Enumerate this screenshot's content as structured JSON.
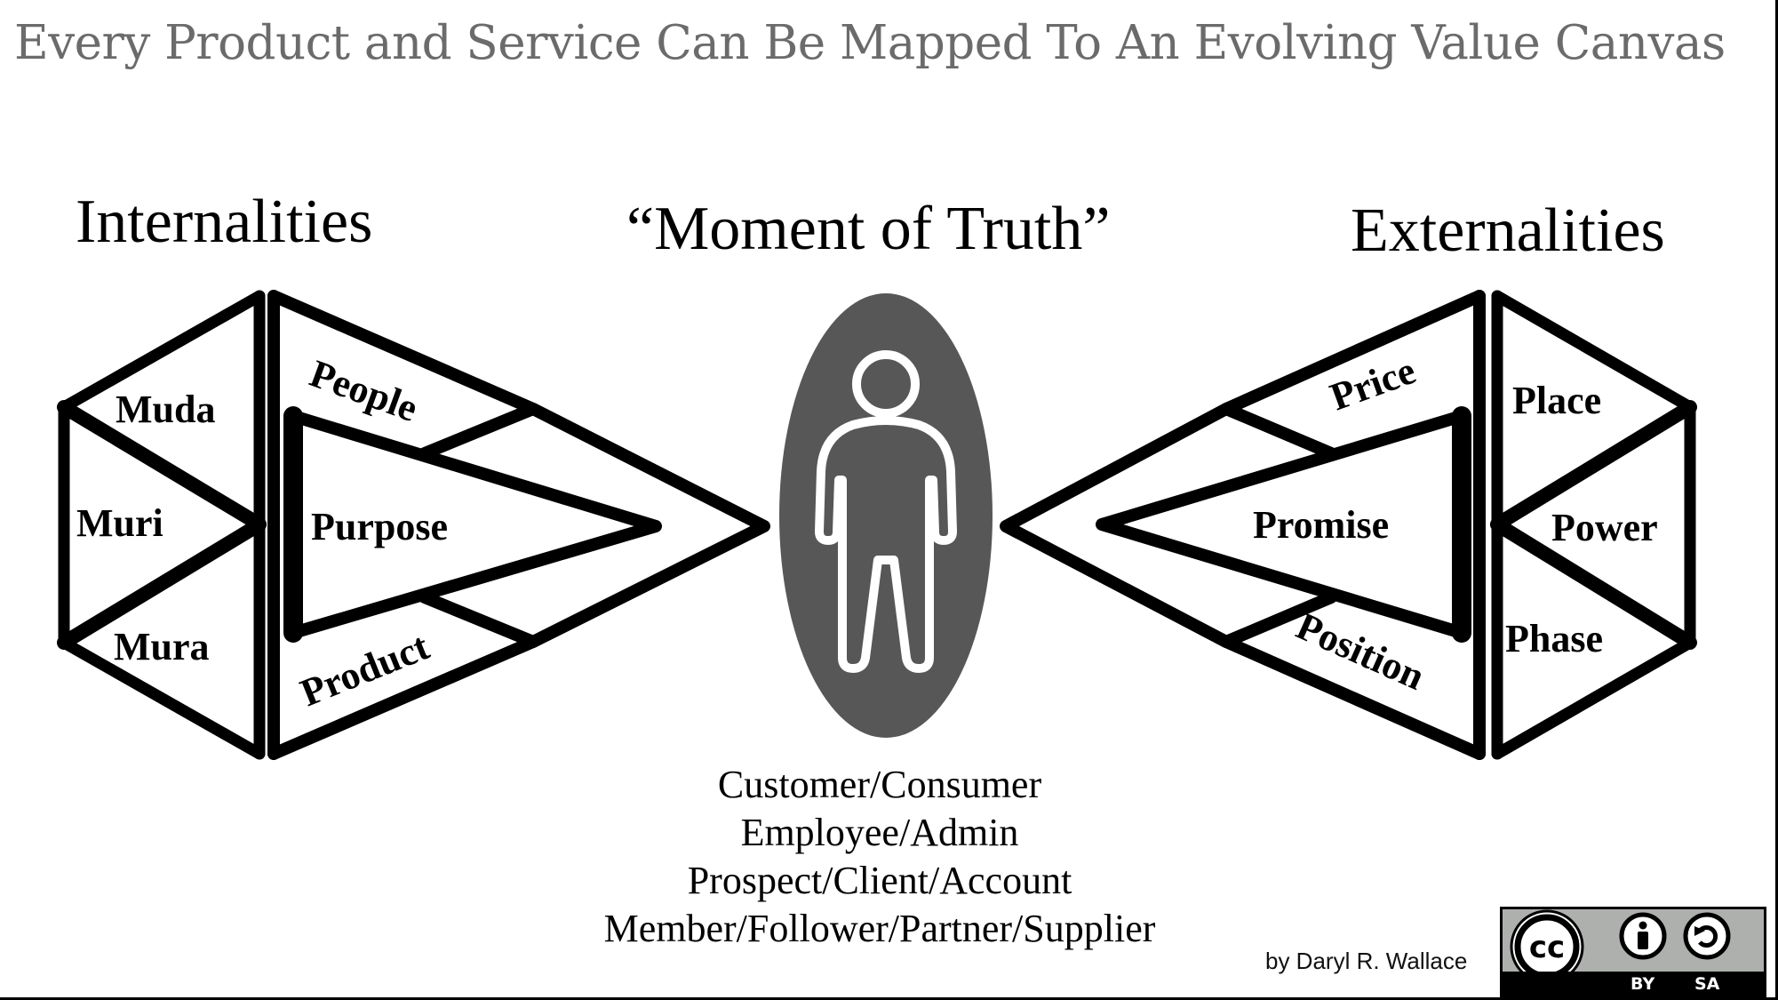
{
  "title": "Every Product and Service Can Be Mapped To An Evolving Value Canvas",
  "headings": {
    "internalities": "Internalities",
    "moment_of_truth": "“Moment of Truth”",
    "externalities": "Externalities"
  },
  "internal_labels": {
    "muda": "Muda",
    "muri": "Muri",
    "mura": "Mura",
    "people": "People",
    "purpose": "Purpose",
    "product": "Product"
  },
  "external_labels": {
    "price": "Price",
    "promise": "Promise",
    "position": "Position",
    "place": "Place",
    "power": "Power",
    "phase": "Phase"
  },
  "audience": [
    "Customer/Consumer",
    "Employee/Admin",
    "Prospect/Client/Account",
    "Member/Follower/Partner/Supplier"
  ],
  "author": "by Daryl R. Wallace",
  "license": {
    "by": "BY",
    "sa": "SA"
  },
  "colors": {
    "title": "#6b6b6b",
    "oval": "#575757",
    "badge": "#aeb0ae"
  },
  "icons": [
    "person-icon",
    "creative-commons-icon",
    "attribution-icon",
    "share-alike-icon"
  ]
}
